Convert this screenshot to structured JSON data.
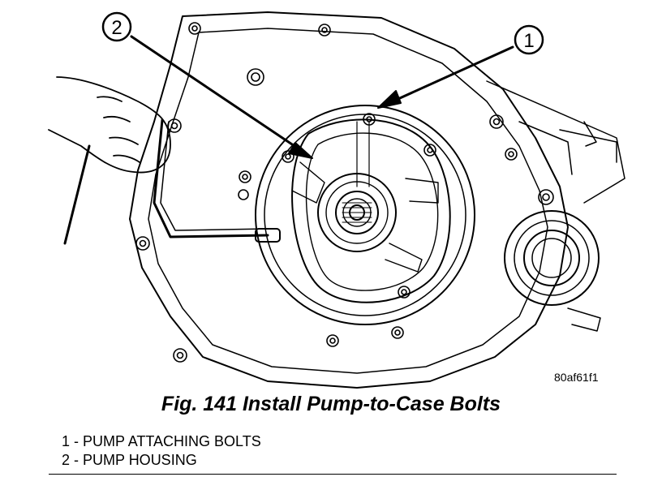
{
  "callouts": [
    {
      "number": "1",
      "meaning": "PUMP ATTACHING BOLTS"
    },
    {
      "number": "2",
      "meaning": "PUMP HOUSING"
    }
  ],
  "image_code": "80af61f1",
  "caption": "Fig. 141 Install Pump-to-Case Bolts",
  "legend": [
    {
      "text": "1 - PUMP ATTACHING BOLTS"
    },
    {
      "text": "2 - PUMP HOUSING"
    }
  ]
}
